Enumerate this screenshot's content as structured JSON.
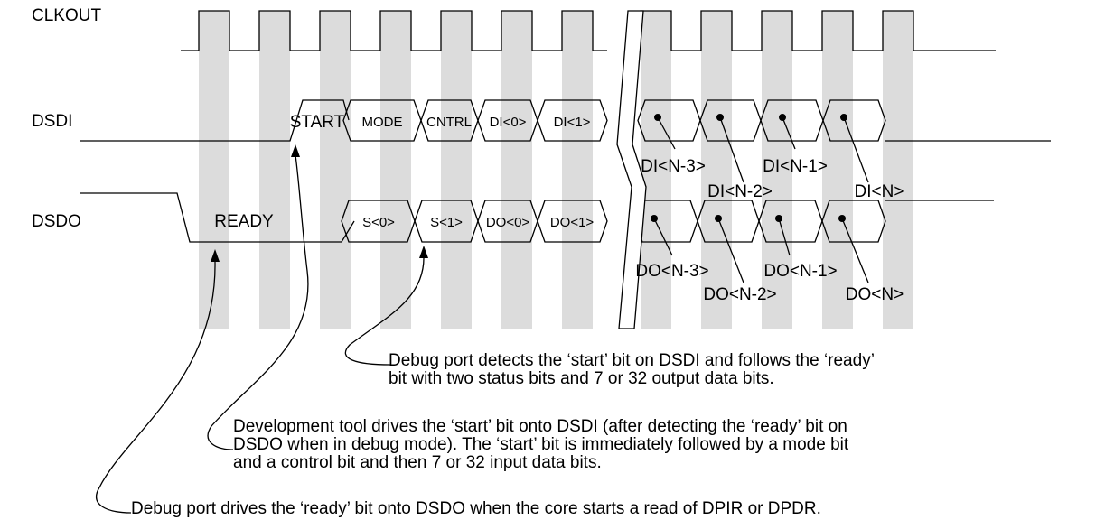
{
  "signals": {
    "clkout": "CLKOUT",
    "dsdi": "DSDI",
    "dsdo": "DSDO"
  },
  "dsdi_fields": [
    "START",
    "MODE",
    "CNTRL",
    "DI<0>",
    "DI<1>"
  ],
  "dsdo_fields": [
    "READY",
    "S<0>",
    "S<1>",
    "DO<0>",
    "DO<1>"
  ],
  "dsdi_tail_labels": [
    "DI<N-3>",
    "DI<N-2>",
    "DI<N-1>",
    "DI<N>"
  ],
  "dsdo_tail_labels": [
    "DO<N-3>",
    "DO<N-2>",
    "DO<N-1>",
    "DO<N>"
  ],
  "notes": {
    "note1": [
      "Debug port detects the ‘start’ bit on DSDI and follows the ‘ready’",
      "bit with two status bits and 7 or 32 output data bits."
    ],
    "note2": [
      "Development tool drives the ‘start’ bit onto DSDI (after detecting the ‘ready’ bit on",
      "DSDO when in debug mode). The ‘start’ bit is immediately followed by a mode bit",
      "and a control bit and then 7 or 32 input data bits."
    ],
    "note3": [
      "Debug port drives the ‘ready’ bit onto DSDO when the core starts a read of DPIR or DPDR."
    ]
  }
}
